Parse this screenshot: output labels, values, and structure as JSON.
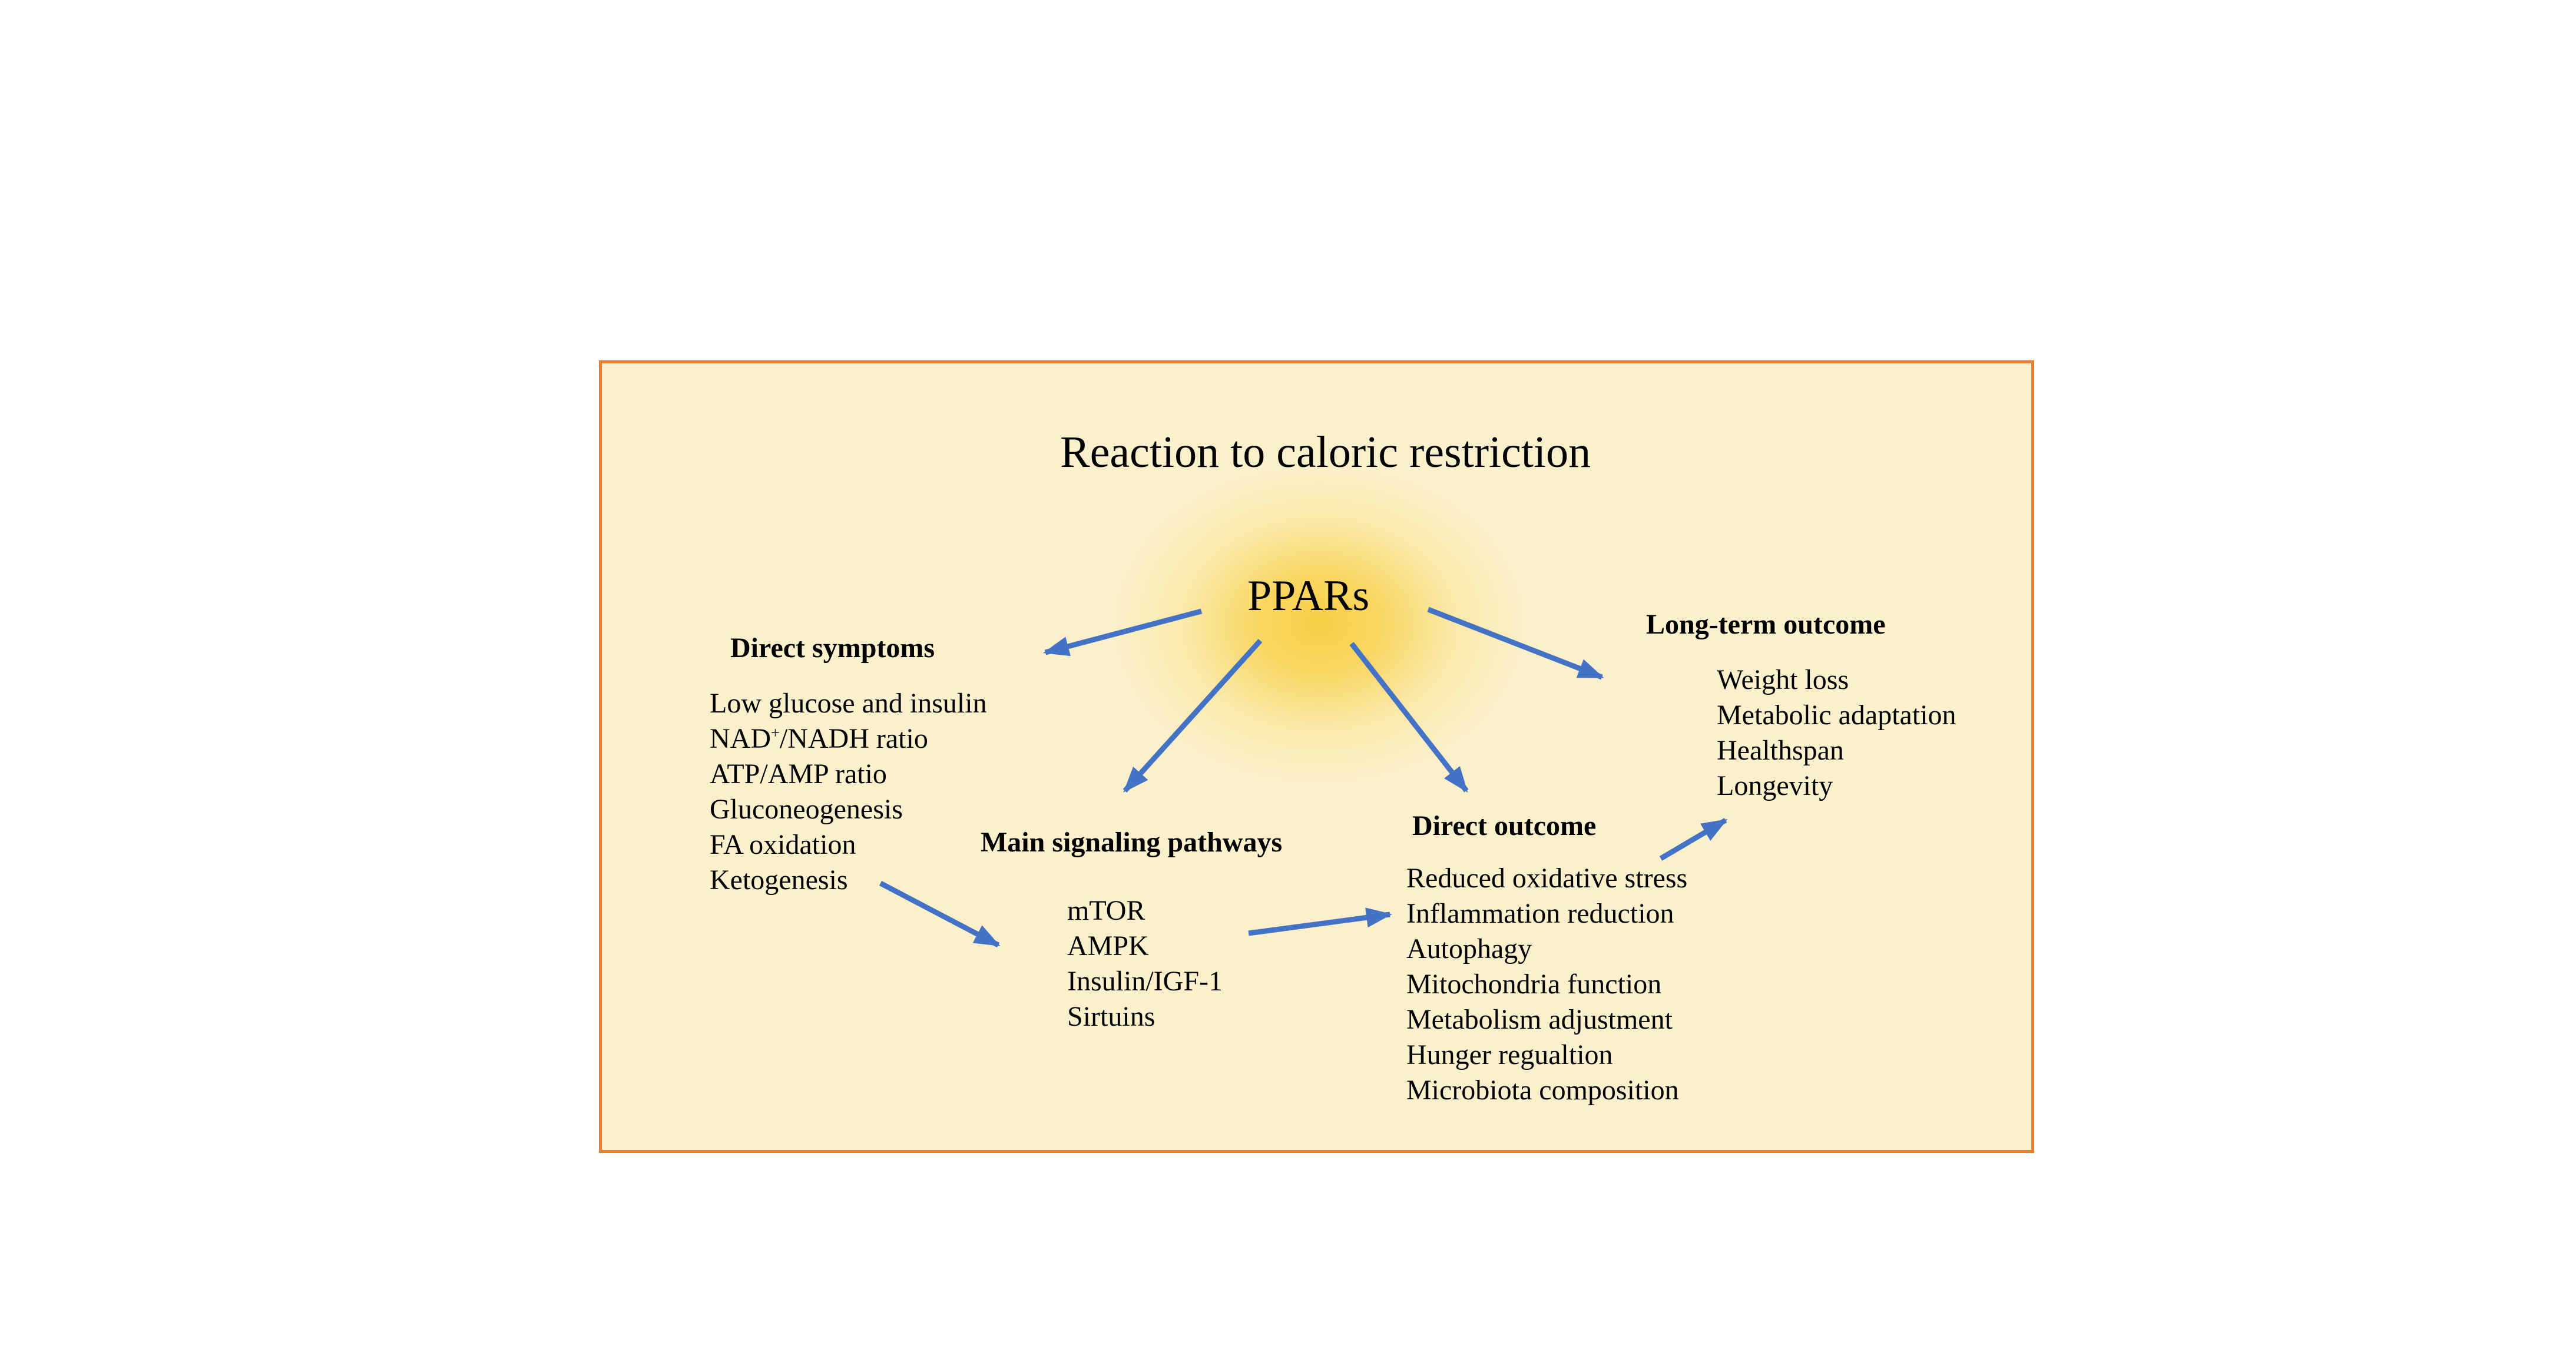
{
  "title": "Reaction to caloric restriction",
  "center": {
    "label": "PPARs"
  },
  "direct_symptoms": {
    "heading": "Direct symptoms",
    "items": [
      "Low glucose and insulin",
      "NAD",
      "+",
      "/NADH ratio",
      "ATP/AMP ratio",
      "Gluconeogenesis",
      "FA oxidation",
      "Ketogenesis"
    ]
  },
  "main_signaling": {
    "heading": "Main signaling pathways",
    "items": [
      "mTOR",
      "AMPK",
      "Insulin/IGF-1",
      "Sirtuins"
    ]
  },
  "direct_outcome": {
    "heading": "Direct outcome",
    "items": [
      "Reduced oxidative stress",
      "Inflammation reduction",
      "Autophagy",
      "Mitochondria function",
      "Metabolism adjustment",
      "Hunger regualtion",
      "Microbiota composition"
    ]
  },
  "long_term_outcome": {
    "heading": "Long-term outcome",
    "items": [
      "Weight loss",
      "Metabolic adaptation",
      "Healthspan",
      "Longevity"
    ]
  },
  "colors": {
    "panel_fill": "#FAF0CC",
    "panel_border": "#ED7D31",
    "arrow": "#4472C4",
    "glow": "#F7CF45"
  }
}
